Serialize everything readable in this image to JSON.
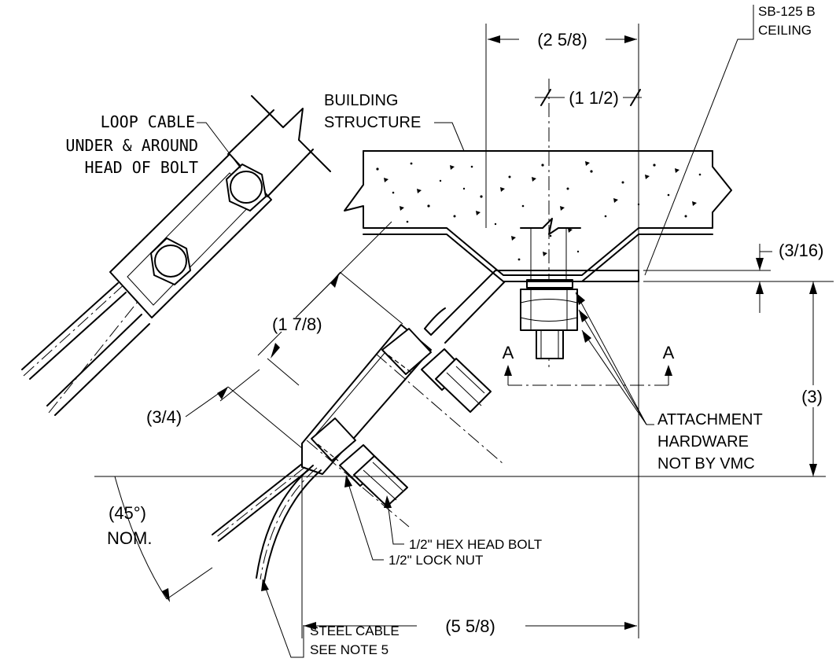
{
  "labels": {
    "clip_a": "SB-125 B",
    "clip_b": "CEILING",
    "building_1": "BUILDING",
    "building_2": "STRUCTURE",
    "loop_1": "LOOP CABLE",
    "loop_2": "UNDER & AROUND",
    "loop_3": "HEAD OF BOLT",
    "attach_1": "ATTACHMENT",
    "attach_2": "HARDWARE",
    "attach_3": "NOT BY VMC",
    "hex_bolt": "1/2\" HEX HEAD BOLT",
    "lock_nut": "1/2\" LOCK NUT",
    "cable_1": "STEEL CABLE",
    "cable_2": "SEE NOTE 5",
    "angle": "(45°)",
    "angle_nom": "NOM.",
    "section_left": "A",
    "section_right": "A"
  },
  "dimensions": {
    "top_width": "(2 5/8)",
    "bolt_width": "(1 1/2)",
    "plate_thickness": "(3/16)",
    "height": "(3)",
    "diag_length": "(1 7/8)",
    "diag_offset": "(3/4)",
    "overall_width": "(5 5/8)"
  }
}
